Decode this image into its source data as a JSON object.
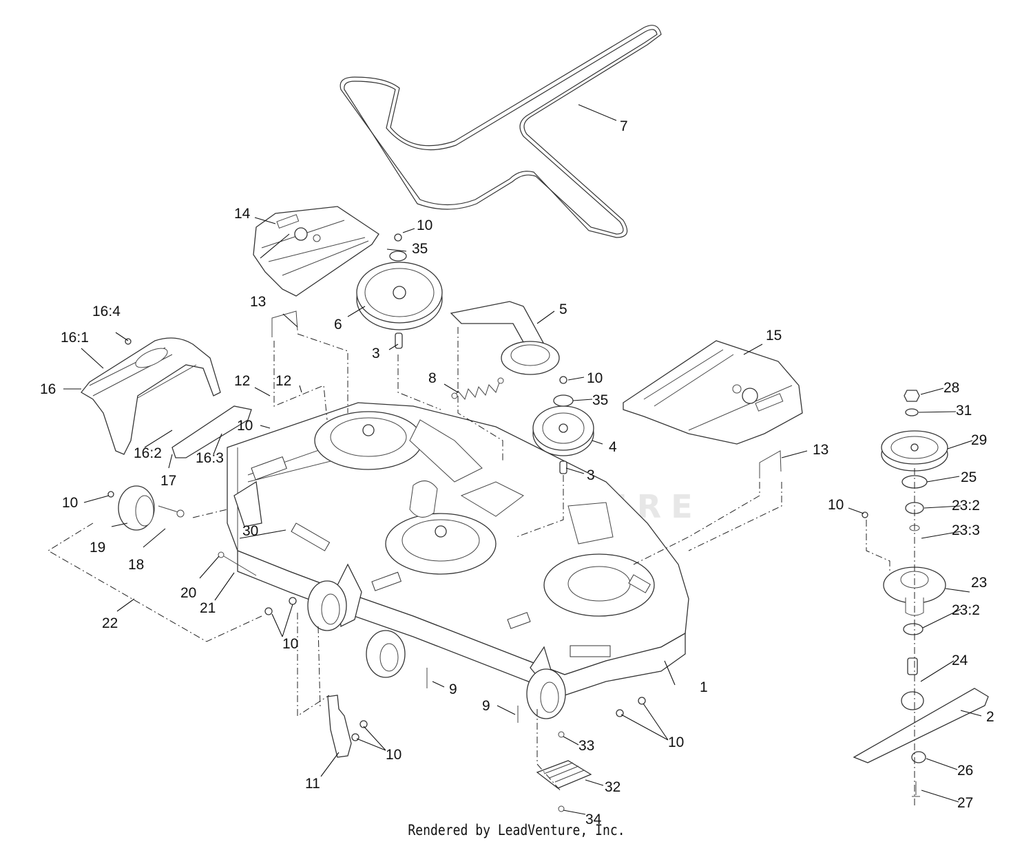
{
  "diagram": {
    "type": "exploded-parts-diagram",
    "subject": "Mower deck assembly",
    "watermark": "LEADVENTURE",
    "credit": "Rendered by LeadVenture, Inc.",
    "callouts": [
      {
        "id": "c1",
        "label": "1",
        "part": "deck-housing"
      },
      {
        "id": "c2",
        "label": "2",
        "part": "blade"
      },
      {
        "id": "c3a",
        "label": "3",
        "part": "spacer-idler-6"
      },
      {
        "id": "c3b",
        "label": "3",
        "part": "spacer-idler-4"
      },
      {
        "id": "c4",
        "label": "4",
        "part": "idler-pulley-flat"
      },
      {
        "id": "c5",
        "label": "5",
        "part": "idler-arm-assembly"
      },
      {
        "id": "c6",
        "label": "6",
        "part": "idler-pulley-v"
      },
      {
        "id": "c7",
        "label": "7",
        "part": "drive-belt"
      },
      {
        "id": "c8",
        "label": "8",
        "part": "tension-spring"
      },
      {
        "id": "c9a",
        "label": "9",
        "part": "bolt"
      },
      {
        "id": "c9b",
        "label": "9",
        "part": "bolt"
      },
      {
        "id": "c10a",
        "label": "10",
        "part": "nut-top-pulley"
      },
      {
        "id": "c10b",
        "label": "10",
        "part": "nut-mid-pulley"
      },
      {
        "id": "c10c",
        "label": "10",
        "part": "nut-front-bracket"
      },
      {
        "id": "c10d",
        "label": "10",
        "part": "nut-wheel"
      },
      {
        "id": "c10e",
        "label": "10",
        "part": "nut-lower-left"
      },
      {
        "id": "c10f",
        "label": "10",
        "part": "nut-deflector"
      },
      {
        "id": "c10g",
        "label": "10",
        "part": "nut-lower-right"
      },
      {
        "id": "c10h",
        "label": "10",
        "part": "nut-spindle"
      },
      {
        "id": "c11",
        "label": "11",
        "part": "deflector-bracket"
      },
      {
        "id": "c12a",
        "label": "12",
        "part": "pin"
      },
      {
        "id": "c12b",
        "label": "12",
        "part": "pin"
      },
      {
        "id": "c13a",
        "label": "13",
        "part": "cover-retainer-left"
      },
      {
        "id": "c13b",
        "label": "13",
        "part": "cover-retainer-right"
      },
      {
        "id": "c14",
        "label": "14",
        "part": "belt-cover-left"
      },
      {
        "id": "c15",
        "label": "15",
        "part": "belt-cover-right"
      },
      {
        "id": "c16",
        "label": "16",
        "part": "front-bumper-assembly"
      },
      {
        "id": "c16-1",
        "label": "16:1",
        "part": "bumper-cover"
      },
      {
        "id": "c16-2",
        "label": "16:2",
        "part": "bumper-bracket"
      },
      {
        "id": "c16-3",
        "label": "16:3",
        "part": "bumper-pin"
      },
      {
        "id": "c16-4",
        "label": "16:4",
        "part": "bumper-fastener"
      },
      {
        "id": "c17",
        "label": "17",
        "part": "pin"
      },
      {
        "id": "c18",
        "label": "18",
        "part": "wheel-axle-bolt"
      },
      {
        "id": "c19",
        "label": "19",
        "part": "anti-scalp-wheel"
      },
      {
        "id": "c20",
        "label": "20",
        "part": "washer"
      },
      {
        "id": "c21",
        "label": "21",
        "part": "bolt"
      },
      {
        "id": "c22",
        "label": "22",
        "part": "wheel-kit"
      },
      {
        "id": "c23",
        "label": "23",
        "part": "spindle-housing"
      },
      {
        "id": "c23-2a",
        "label": "23:2",
        "part": "bearing-upper"
      },
      {
        "id": "c23-2b",
        "label": "23:2",
        "part": "bearing-lower"
      },
      {
        "id": "c23-3",
        "label": "23:3",
        "part": "spacer"
      },
      {
        "id": "c24",
        "label": "24",
        "part": "spindle-shaft"
      },
      {
        "id": "c25",
        "label": "25",
        "part": "seal"
      },
      {
        "id": "c26",
        "label": "26",
        "part": "blade-adapter"
      },
      {
        "id": "c27",
        "label": "27",
        "part": "blade-bolt"
      },
      {
        "id": "c28",
        "label": "28",
        "part": "spindle-nut"
      },
      {
        "id": "c29",
        "label": "29",
        "part": "spindle-pulley"
      },
      {
        "id": "c30",
        "label": "30",
        "part": "decal"
      },
      {
        "id": "c31",
        "label": "31",
        "part": "washer"
      },
      {
        "id": "c32",
        "label": "32",
        "part": "step-plate"
      },
      {
        "id": "c33",
        "label": "33",
        "part": "step-bolt"
      },
      {
        "id": "c34",
        "label": "34",
        "part": "step-nut"
      },
      {
        "id": "c35a",
        "label": "35",
        "part": "washer-top"
      },
      {
        "id": "c35b",
        "label": "35",
        "part": "washer-mid"
      }
    ]
  }
}
